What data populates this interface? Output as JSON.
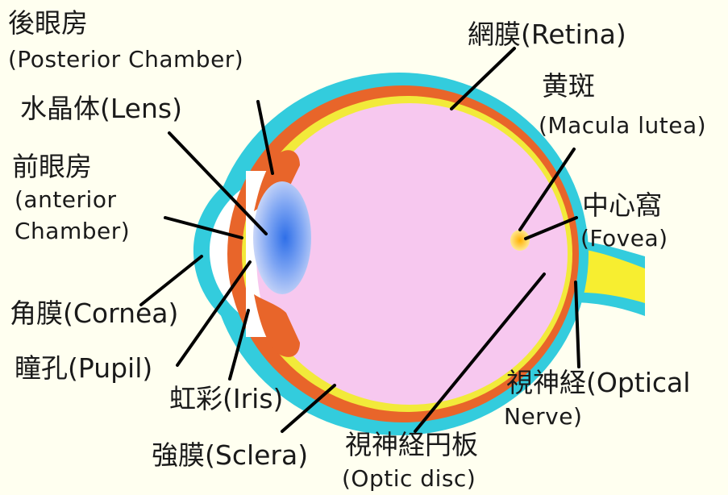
{
  "labels": {
    "posterior_jp": "後眼房",
    "posterior_en": "(Posterior Chamber)",
    "lens": "水晶体(Lens)",
    "anterior_jp": "前眼房",
    "anterior_en1": "(anterior",
    "anterior_en2": "Chamber)",
    "cornea": "角膜(Cornea)",
    "pupil": "瞳孔(Pupil)",
    "iris": "虹彩(Iris)",
    "sclera": "強膜(Sclera)",
    "optic_disc_jp": "視神経円板",
    "optic_disc_en": "(Optic disc)",
    "optic_nerve_1": "視神経(Optical",
    "optic_nerve_2": "Nerve)",
    "fovea_jp": "中心窩",
    "fovea_en": "(Fovea)",
    "macula_jp": "黄斑",
    "macula_en": "(Macula lutea)",
    "retina": "網膜(Retina)"
  },
  "colors": {
    "background": "#fffff0",
    "cornea_sclera": "#33ccdd",
    "choroid": "#e8652a",
    "retina": "#f2ea3a",
    "vitreous": "#f7c8ef",
    "anterior_chamber": "#ffffff",
    "lens": "#5a8ff0",
    "iris": "#e8652a",
    "optic_nerve": "#f7ee30",
    "macula": "#ffd21e",
    "leader_line": "#000000"
  }
}
